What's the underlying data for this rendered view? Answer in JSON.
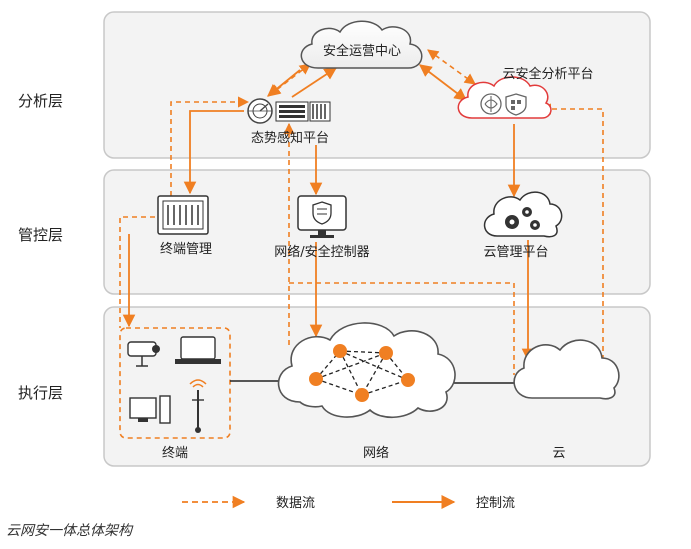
{
  "layers": {
    "analysis": "分析层",
    "control": "管控层",
    "execution": "执行层"
  },
  "nodes": {
    "soc": "安全运营中心",
    "cloud_analysis": "云安全分析平台",
    "situation": "态势感知平台",
    "terminal_mgmt": "终端管理",
    "net_controller": "网络/安全控制器",
    "cloud_mgmt": "云管理平台",
    "terminals": "终端",
    "network": "网络",
    "cloud": "云"
  },
  "legend": {
    "data_flow": "数据流",
    "control_flow": "控制流"
  },
  "caption": "云网安一体总体架构",
  "colors": {
    "accent": "#f07f22",
    "panel_border": "#c8c8c8",
    "panel_fill": "#f3f3f3"
  }
}
